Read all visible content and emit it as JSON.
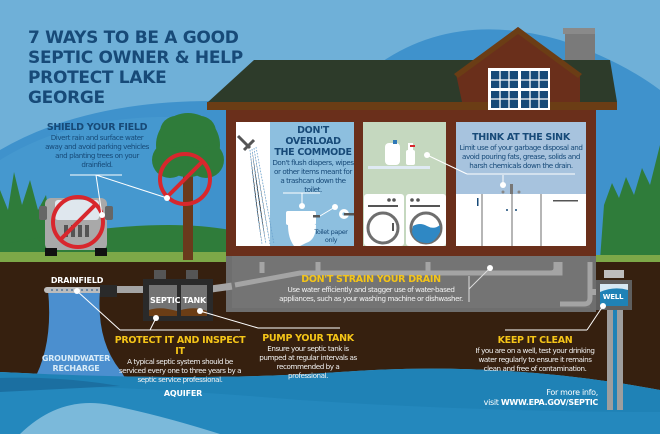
{
  "title": {
    "line1": "7 WAYS TO BE A GOOD",
    "line2": "SEPTIC OWNER & HELP",
    "line3": "PROTECT LAKE GEORGE"
  },
  "tips": {
    "shield_field": {
      "heading": "SHIELD YOUR FIELD",
      "body": "Divert rain and surface water away and avoid parking vehicles and planting trees on your drainfield."
    },
    "commode": {
      "heading_line1": "DON'T OVERLOAD",
      "heading_line2": "THE COMMODE",
      "body": "Don't flush diapers, wipes or other items meant for a trashcan down the toilet.",
      "note": "Toilet paper only"
    },
    "sink": {
      "heading": "THINK AT THE SINK",
      "body": "Limit use of your garbage disposal and avoid pouring fats, grease, solids and harsh chemicals down the drain."
    },
    "drain": {
      "heading": "DON'T STRAIN YOUR DRAIN",
      "body": "Use water efficiently and stagger use of water-based appliances, such as your washing machine or dishwasher."
    },
    "protect": {
      "heading": "PROTECT IT AND INSPECT IT",
      "body": "A typical septic system should be serviced every one to three years by a septic service professional."
    },
    "pump": {
      "heading": "PUMP YOUR TANK",
      "body": "Ensure your septic tank is pumped at regular intervals as recommended by a professional."
    },
    "clean": {
      "heading": "KEEP IT CLEAN",
      "body": "If you are on a well, test your drinking water regularly to ensure it remains clean and free of contamination."
    }
  },
  "labels": {
    "drainfield": "DRAINFIELD",
    "septic_tank": "SEPTIC TANK",
    "groundwater_line1": "GROUNDWATER",
    "groundwater_line2": "RECHARGE",
    "aquifer": "AQUIFER",
    "well": "WELL"
  },
  "footer": {
    "line1": "For more info,",
    "visit": "visit",
    "url": "WWW.EPA.GOV/SEPTIC"
  },
  "icons": [
    "prohibited-car-icon",
    "prohibited-tree-icon",
    "showerhead-icon",
    "toilet-icon",
    "toilet-paper-icon",
    "detergent-bottle-icon",
    "spray-bottle-icon",
    "washer-icon",
    "dryer-icon",
    "kitchen-cabinet-icon",
    "faucet-icon",
    "window-icon",
    "chimney-icon",
    "septic-tank-icon",
    "well-icon"
  ],
  "colors": {
    "sky": "#6fb0d8",
    "hill_blue": "#3f92cc",
    "heading_blue": "#174a78",
    "heading_yellow": "#f5c518",
    "soil": "#36200f",
    "grass": "#7da848",
    "forest": "#2f7c3a",
    "house_brown": "#6a2f1b",
    "roof": "#2d3b2a",
    "basement_gray": "#6e6e6e",
    "water": "#1f82b6"
  }
}
